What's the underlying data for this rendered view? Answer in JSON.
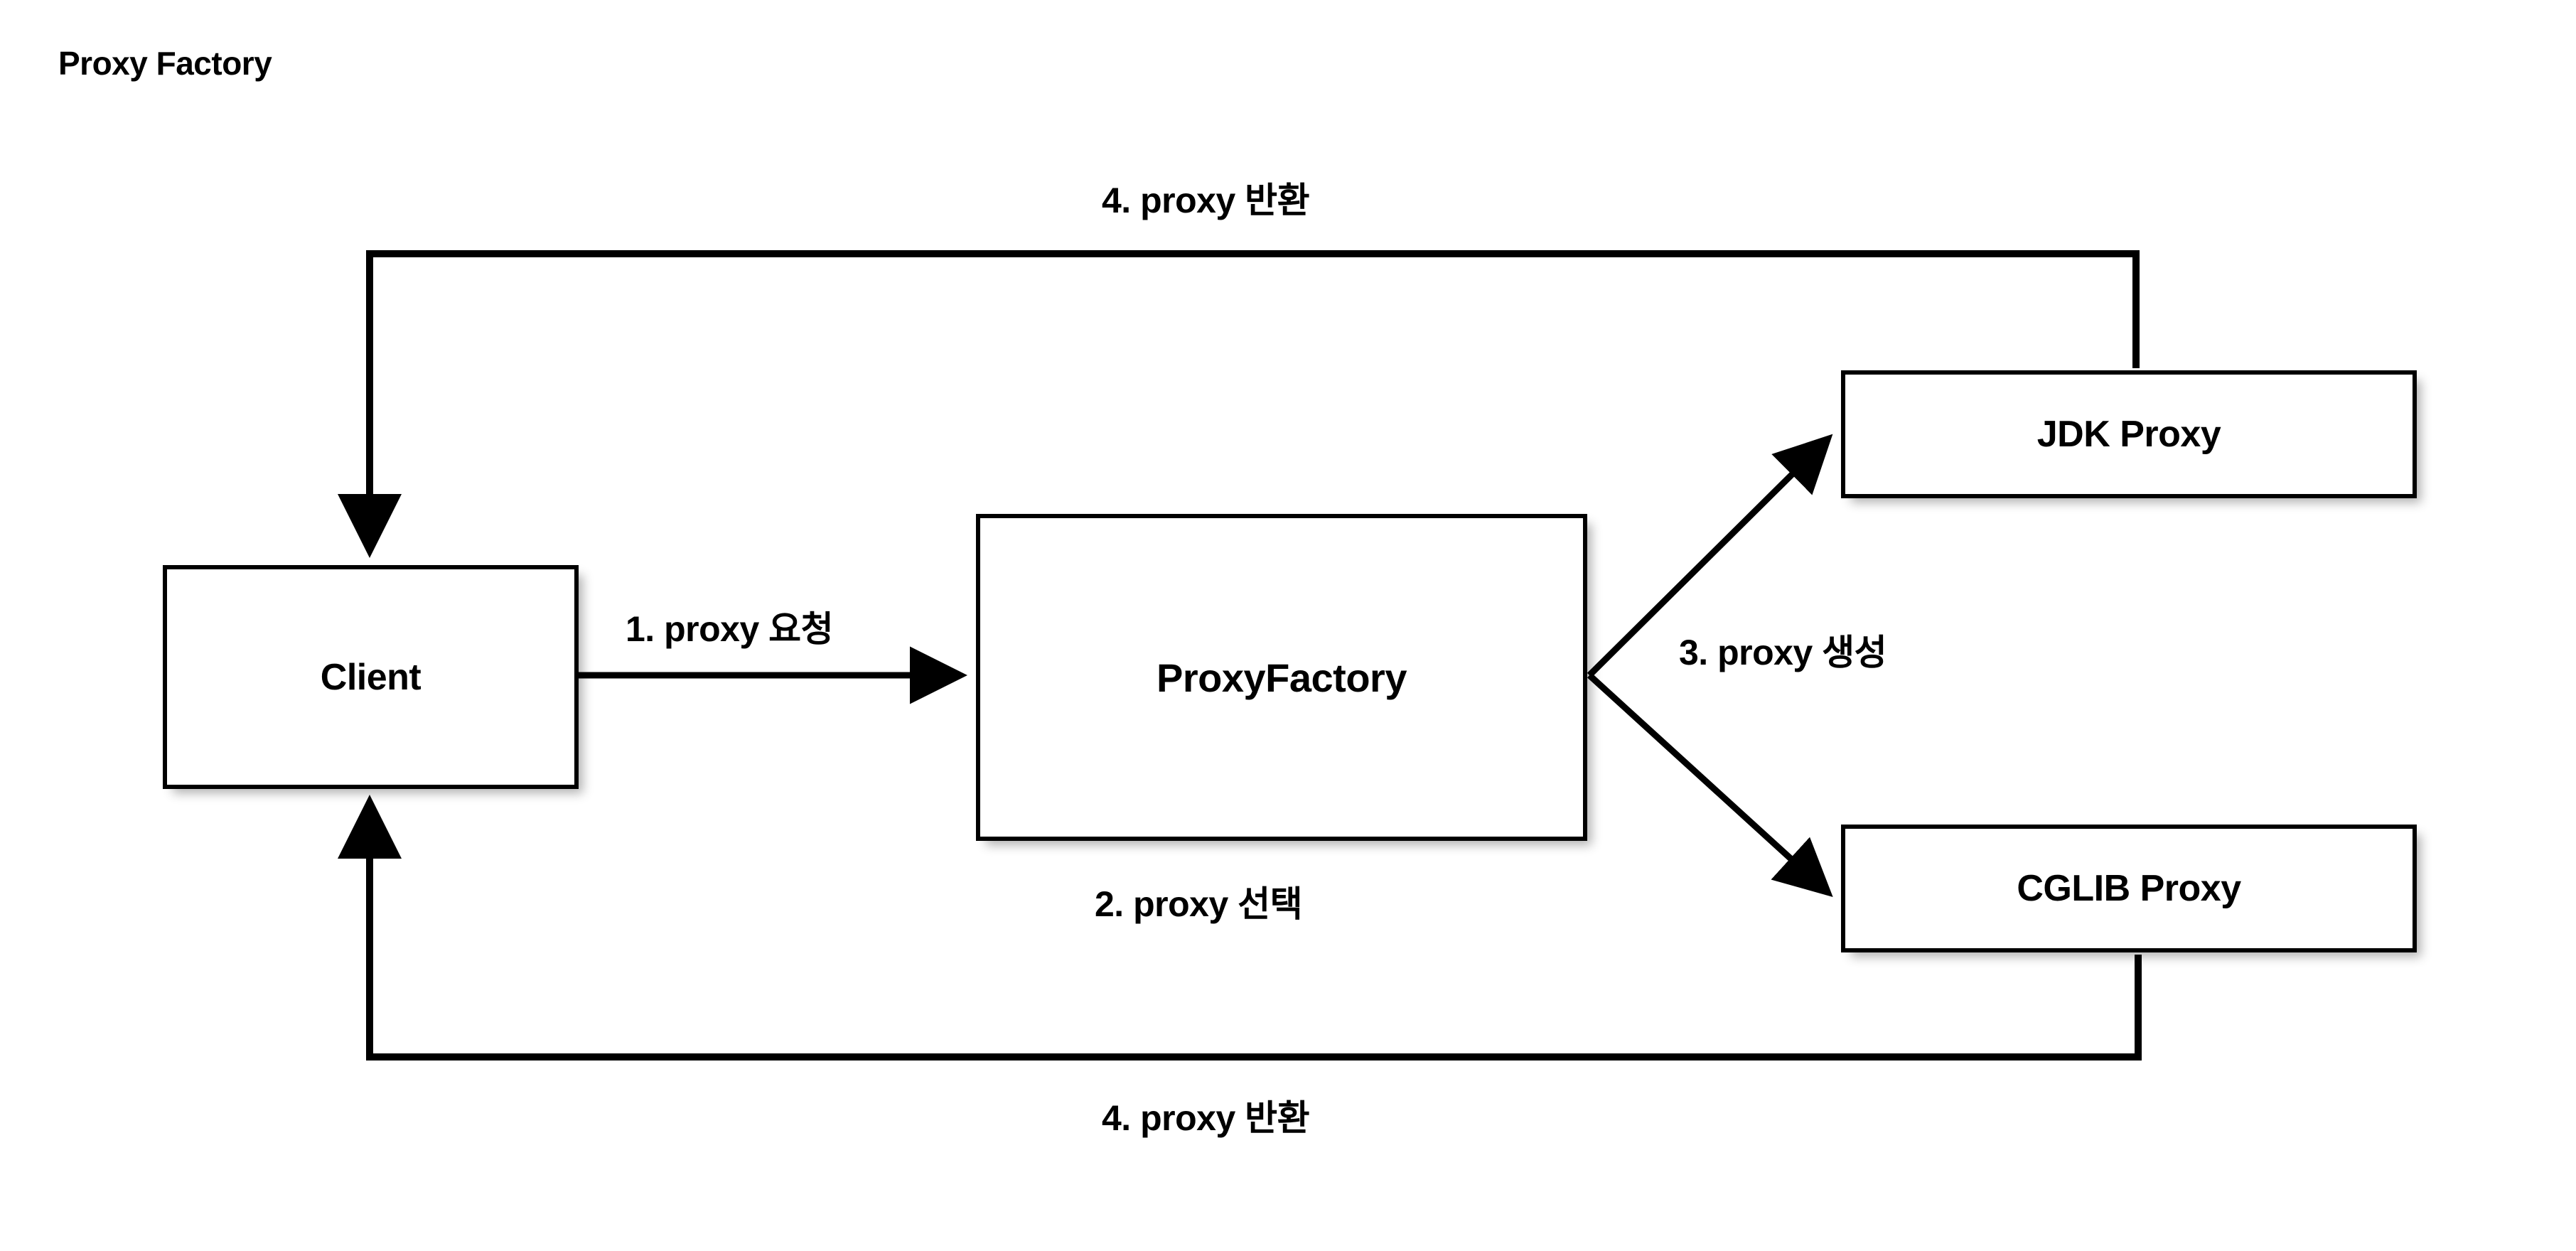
{
  "page": {
    "title": "Proxy Factory",
    "background_color": "#ffffff",
    "line_color": "#000000"
  },
  "nodes": [
    {
      "id": "client",
      "label": "Client"
    },
    {
      "id": "factory",
      "label": "ProxyFactory"
    },
    {
      "id": "jdk",
      "label": "JDK Proxy"
    },
    {
      "id": "cglib",
      "label": "CGLIB Proxy"
    }
  ],
  "edges": [
    {
      "id": "e1",
      "label": "1.  proxy 요청",
      "from": "client",
      "to": "factory"
    },
    {
      "id": "e2",
      "label": "2. proxy 선택",
      "from": "factory",
      "to": "factory"
    },
    {
      "id": "e3",
      "label": "3. proxy 생성",
      "from": "factory",
      "to": "jdk"
    },
    {
      "id": "e4",
      "label": "4. proxy 반환",
      "from": "jdk",
      "to": "client"
    },
    {
      "id": "e5",
      "label": "4. proxy 반환",
      "from": "cglib",
      "to": "client"
    }
  ]
}
